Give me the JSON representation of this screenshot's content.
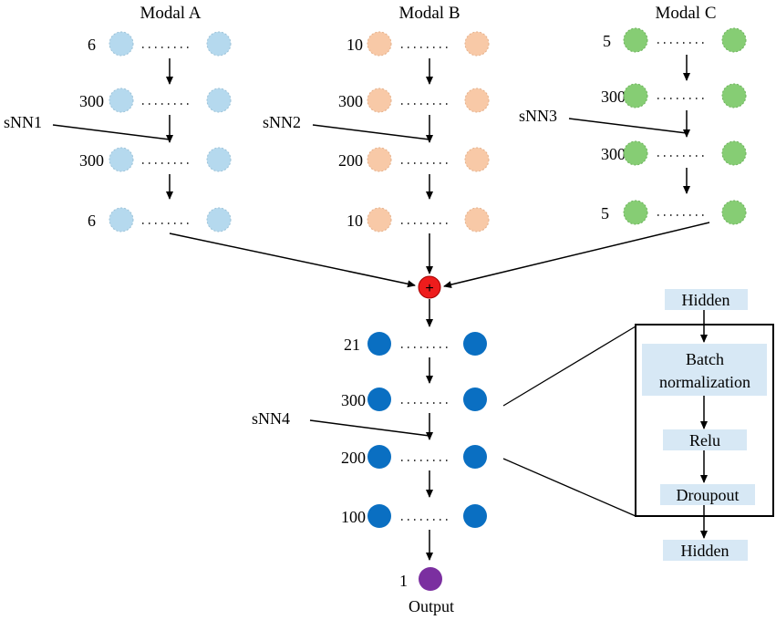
{
  "modals": [
    {
      "title": "Modal A",
      "color": "#b5d9ee",
      "layers": [
        "6",
        "300",
        "300",
        "6"
      ],
      "callout": "sNN1"
    },
    {
      "title": "Modal B",
      "color": "#f8c9a7",
      "layers": [
        "10",
        "300",
        "200",
        "10"
      ],
      "callout": "sNN2"
    },
    {
      "title": "Modal C",
      "color": "#86cd74",
      "layers": [
        "5",
        "300",
        "300",
        "5"
      ],
      "callout": "sNN3"
    }
  ],
  "fusion": {
    "color": "#ee1c1c",
    "symbol": "+"
  },
  "merged": {
    "color": "#0a6fc2",
    "layers": [
      "21",
      "300",
      "200",
      "100"
    ],
    "callout": "sNN4"
  },
  "output": {
    "value": "1",
    "label": "Output",
    "color": "#7b2fa0"
  },
  "detail": {
    "box_color": "#d7e8f5",
    "steps": [
      "Hidden",
      "Batch normalization",
      "Relu",
      "Droupout",
      "Hidden"
    ]
  }
}
